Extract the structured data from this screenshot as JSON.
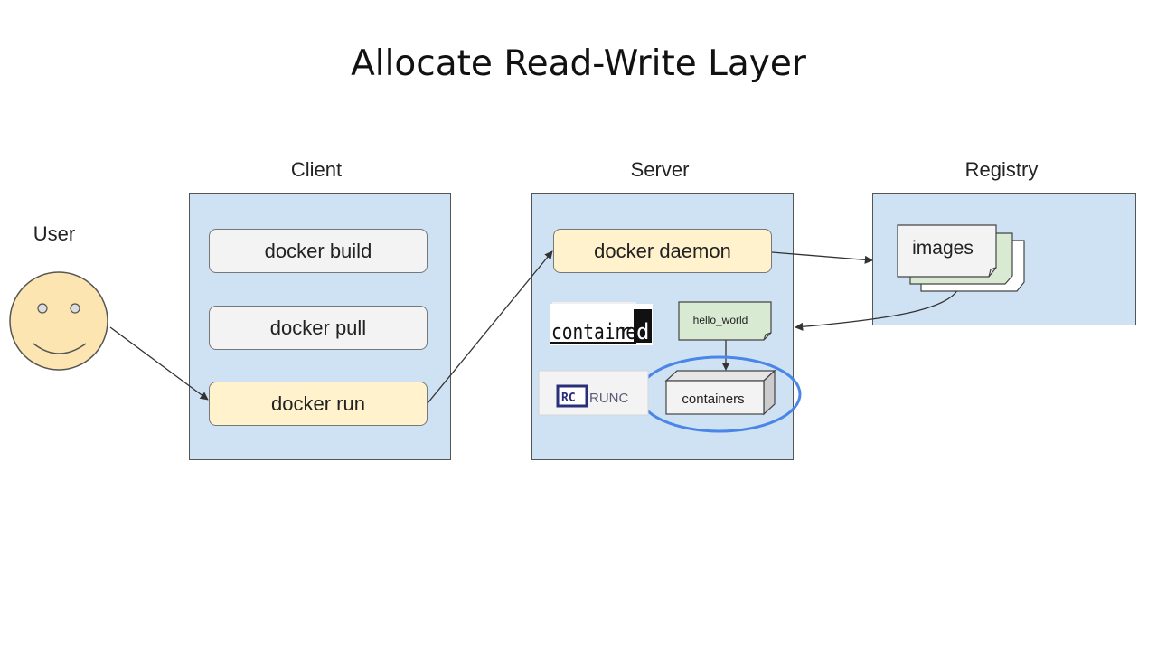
{
  "title": "Allocate Read-Write Layer",
  "user": {
    "label": "User"
  },
  "client": {
    "label": "Client",
    "commands": [
      "docker build",
      "docker pull",
      "docker run"
    ]
  },
  "server": {
    "label": "Server",
    "daemon_label": "docker daemon",
    "containerd_logo": {
      "text_main": "containe",
      "text_accent": "d",
      "text_r": "r"
    },
    "runc_logo": {
      "mark": "RC",
      "text": "RUNC"
    },
    "image_label": "hello_world",
    "containers_label": "containers"
  },
  "registry": {
    "label": "Registry",
    "images_label": "images"
  },
  "colors": {
    "panel": "#cfe2f3",
    "highlight": "#fff2cc",
    "button": "#f3f3f3",
    "image_file": "#d9ead3",
    "face": "#fce5b0",
    "focus_ring": "#4a86e8"
  }
}
